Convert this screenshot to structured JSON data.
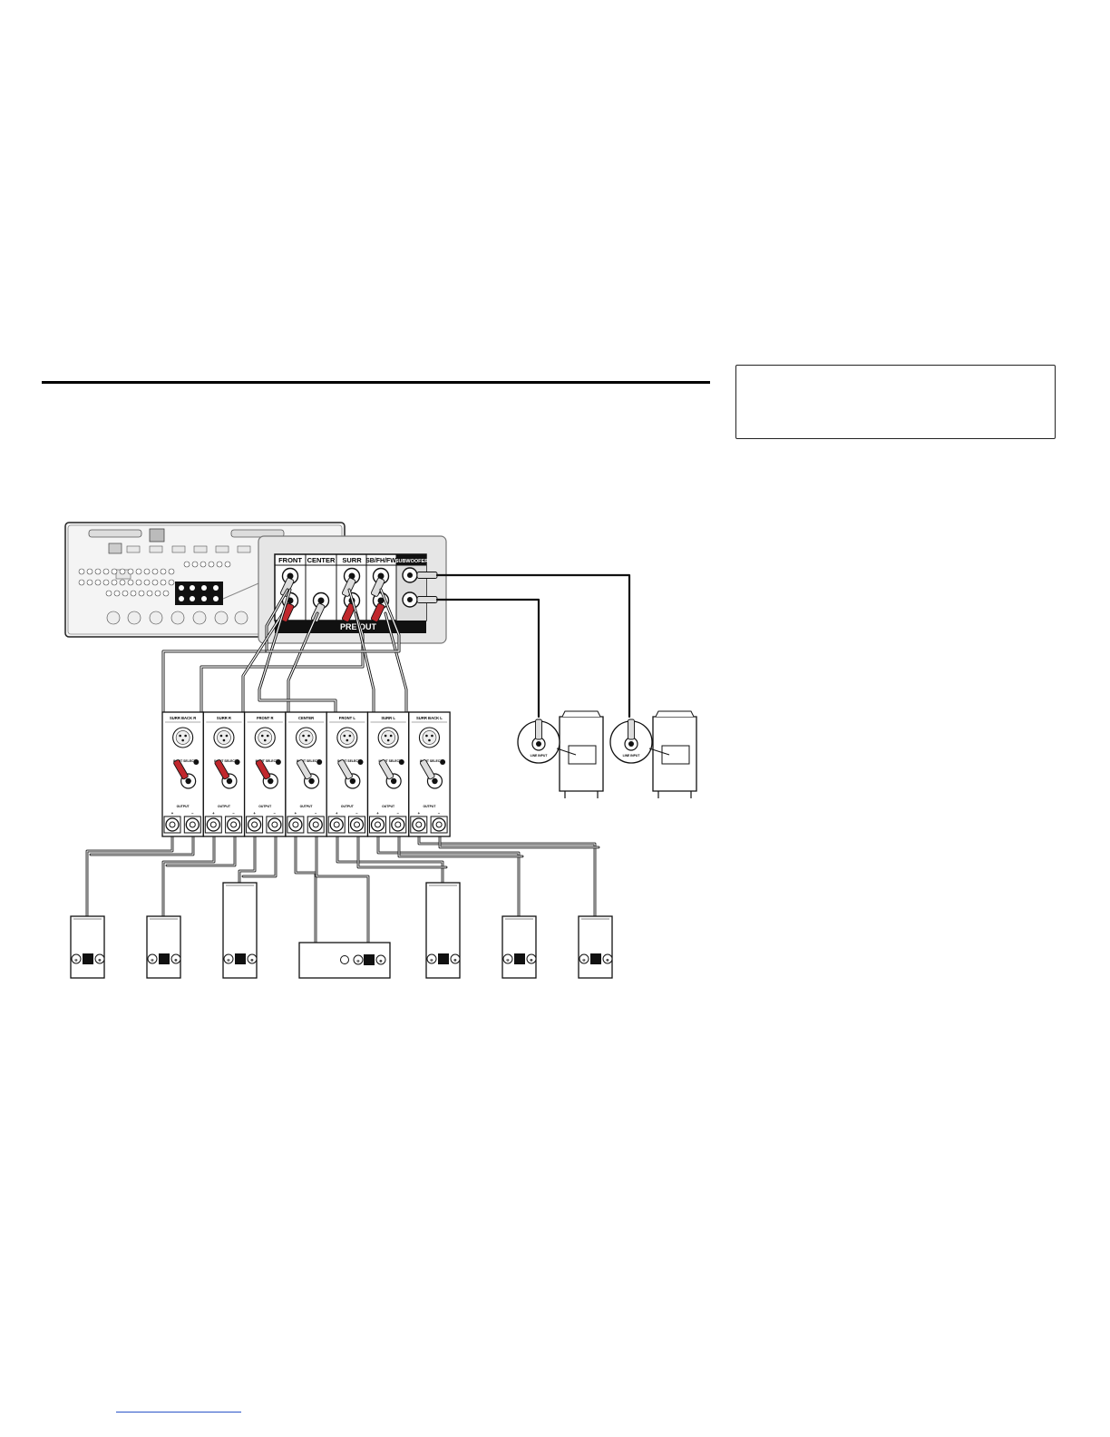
{
  "preout_panel": {
    "labels": [
      "FRONT",
      "CENTER",
      "SURR",
      "SB/FH/FW",
      "SUBWOOFER"
    ],
    "footer": "PRE OUT"
  },
  "amplifiers": [
    {
      "name": "SURR BACK R"
    },
    {
      "name": "SURR R"
    },
    {
      "name": "FRONT R"
    },
    {
      "name": "CENTER"
    },
    {
      "name": "FRONT L"
    },
    {
      "name": "SURR L"
    },
    {
      "name": "SURR BACK L"
    }
  ],
  "amp_labels": {
    "input_select": "INPUT SELECT",
    "output": "OUTPUT",
    "plus": "+",
    "minus": "−"
  },
  "subwoofer_input_label": "LINE INPUT",
  "terminal_symbols": {
    "negative": "⊖",
    "positive": "⊕"
  }
}
